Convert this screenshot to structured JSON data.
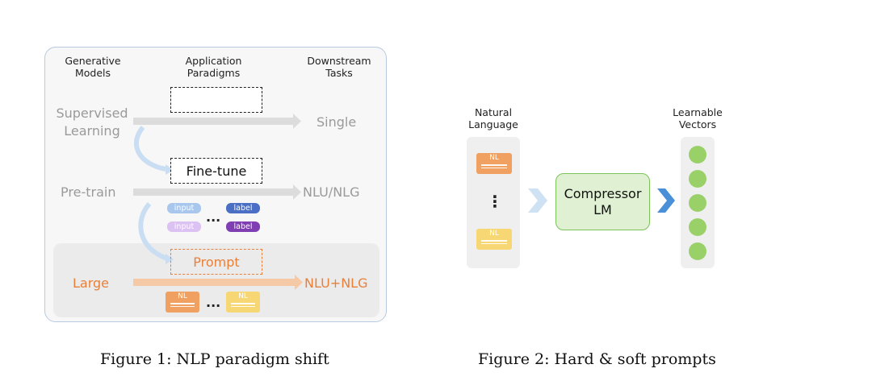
{
  "figure1": {
    "headers": [
      "Generative\nModels",
      "Application\nParadigms",
      "Downstream\nTasks"
    ],
    "row1": {
      "left": "Supervised\nLearning",
      "right": "Single"
    },
    "row2": {
      "box": "Fine-tune",
      "left": "Pre-train",
      "right": "NLU/NLG"
    },
    "cylinders": {
      "input": "input",
      "label": "label",
      "ellipsis": "..."
    },
    "row3": {
      "box": "Prompt",
      "left": "Large",
      "right": "NLU+NLG"
    },
    "bubbles": {
      "text": "NL",
      "ellipsis": "..."
    },
    "caption": "Figure 1: NLP paradigm shift"
  },
  "figure2": {
    "left_label": "Natural\nLanguage",
    "right_label": "Learnable\nVectors",
    "bubble_text": "NL",
    "vdots": "⋮",
    "box": [
      "Compressor",
      "LM"
    ],
    "caption": "Figure 2: Hard & soft prompts"
  },
  "colors": {
    "panel_border": "#b9c9e0",
    "orange": "#e8803a",
    "bubble_orange": "#f0a060",
    "bubble_yellow": "#f7d774",
    "green_dot": "#9ad068",
    "arrow_blue": "#4a90d9",
    "arrow_light": "#cfe2f3",
    "cyl_light_blue": "#a9c6ec",
    "cyl_blue": "#4a6fc4",
    "cyl_light_purple": "#dcc2f2",
    "cyl_purple": "#7f3fb2"
  }
}
